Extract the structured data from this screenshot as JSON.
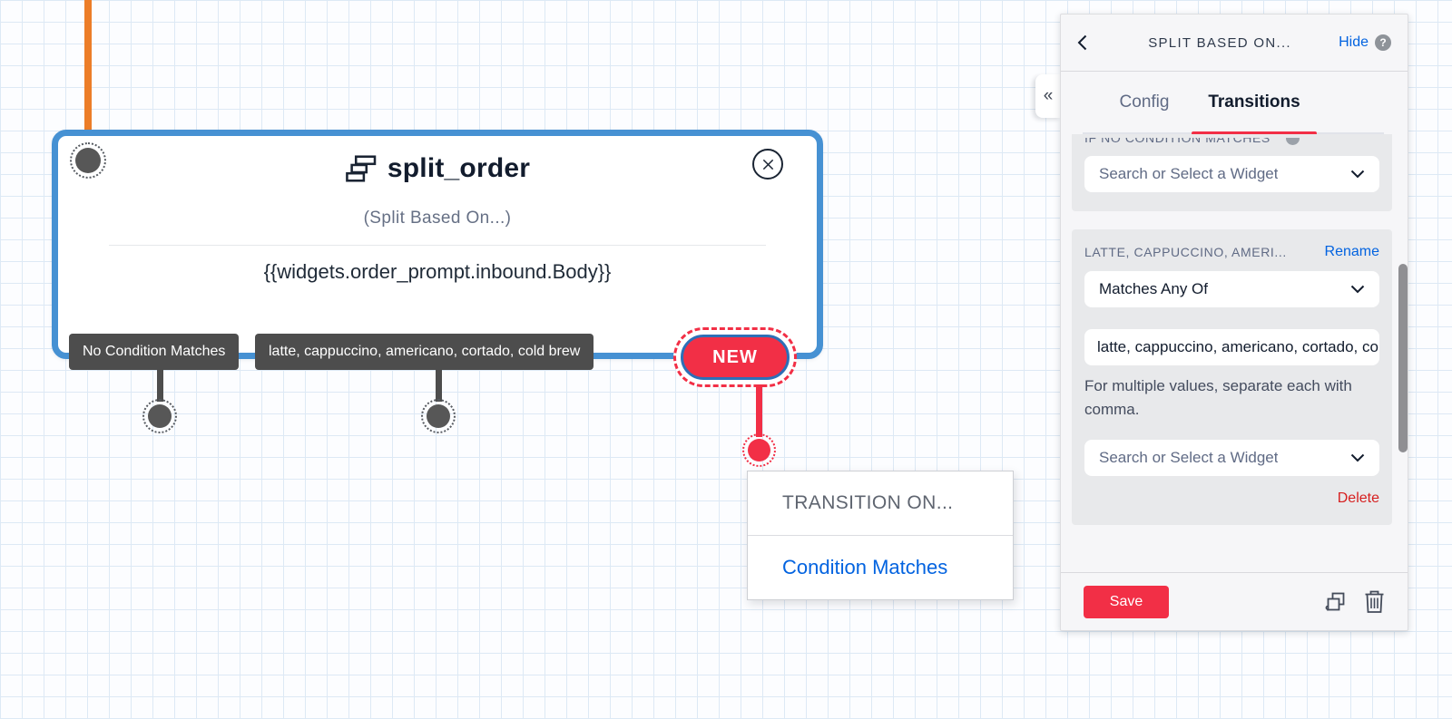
{
  "colors": {
    "widget_border_blue": "#4691D3",
    "brand_red": "#F22F46",
    "link_blue": "#0263E0",
    "connector_orange": "#EC7D28",
    "tag_gray": "#4D4D4D"
  },
  "canvas": {
    "widget": {
      "icon": "split-icon",
      "title": "split_order",
      "subtitle": "(Split Based On...)",
      "variable": "{{widgets.order_prompt.inbound.Body}}",
      "transitions": [
        {
          "label": "No Condition Matches"
        },
        {
          "label": "latte, cappuccino, americano, cortado, cold brew"
        }
      ],
      "new_transition_label": "NEW"
    },
    "transition_menu": {
      "header": "TRANSITION ON...",
      "options": [
        "Condition Matches"
      ]
    }
  },
  "panel": {
    "header": {
      "title": "SPLIT BASED ON...",
      "hide_label": "Hide",
      "help_glyph": "?"
    },
    "tabs": [
      {
        "label": "Config"
      },
      {
        "label": "Transitions"
      }
    ],
    "active_tab": "Transitions",
    "no_match_section": {
      "label": "IF NO CONDITION MATCHES",
      "widget_select_placeholder": "Search or Select a Widget"
    },
    "condition_section": {
      "label": "LATTE, CAPPUCCINO, AMERI...",
      "rename_label": "Rename",
      "operator_value": "Matches Any Of",
      "value": "latte, cappuccino, americano, cortado, cold brew",
      "helper": "For multiple values, separate each with comma.",
      "widget_select_placeholder": "Search or Select a Widget",
      "delete_label": "Delete"
    },
    "footer": {
      "save_label": "Save"
    },
    "collapse_glyph": "«"
  }
}
